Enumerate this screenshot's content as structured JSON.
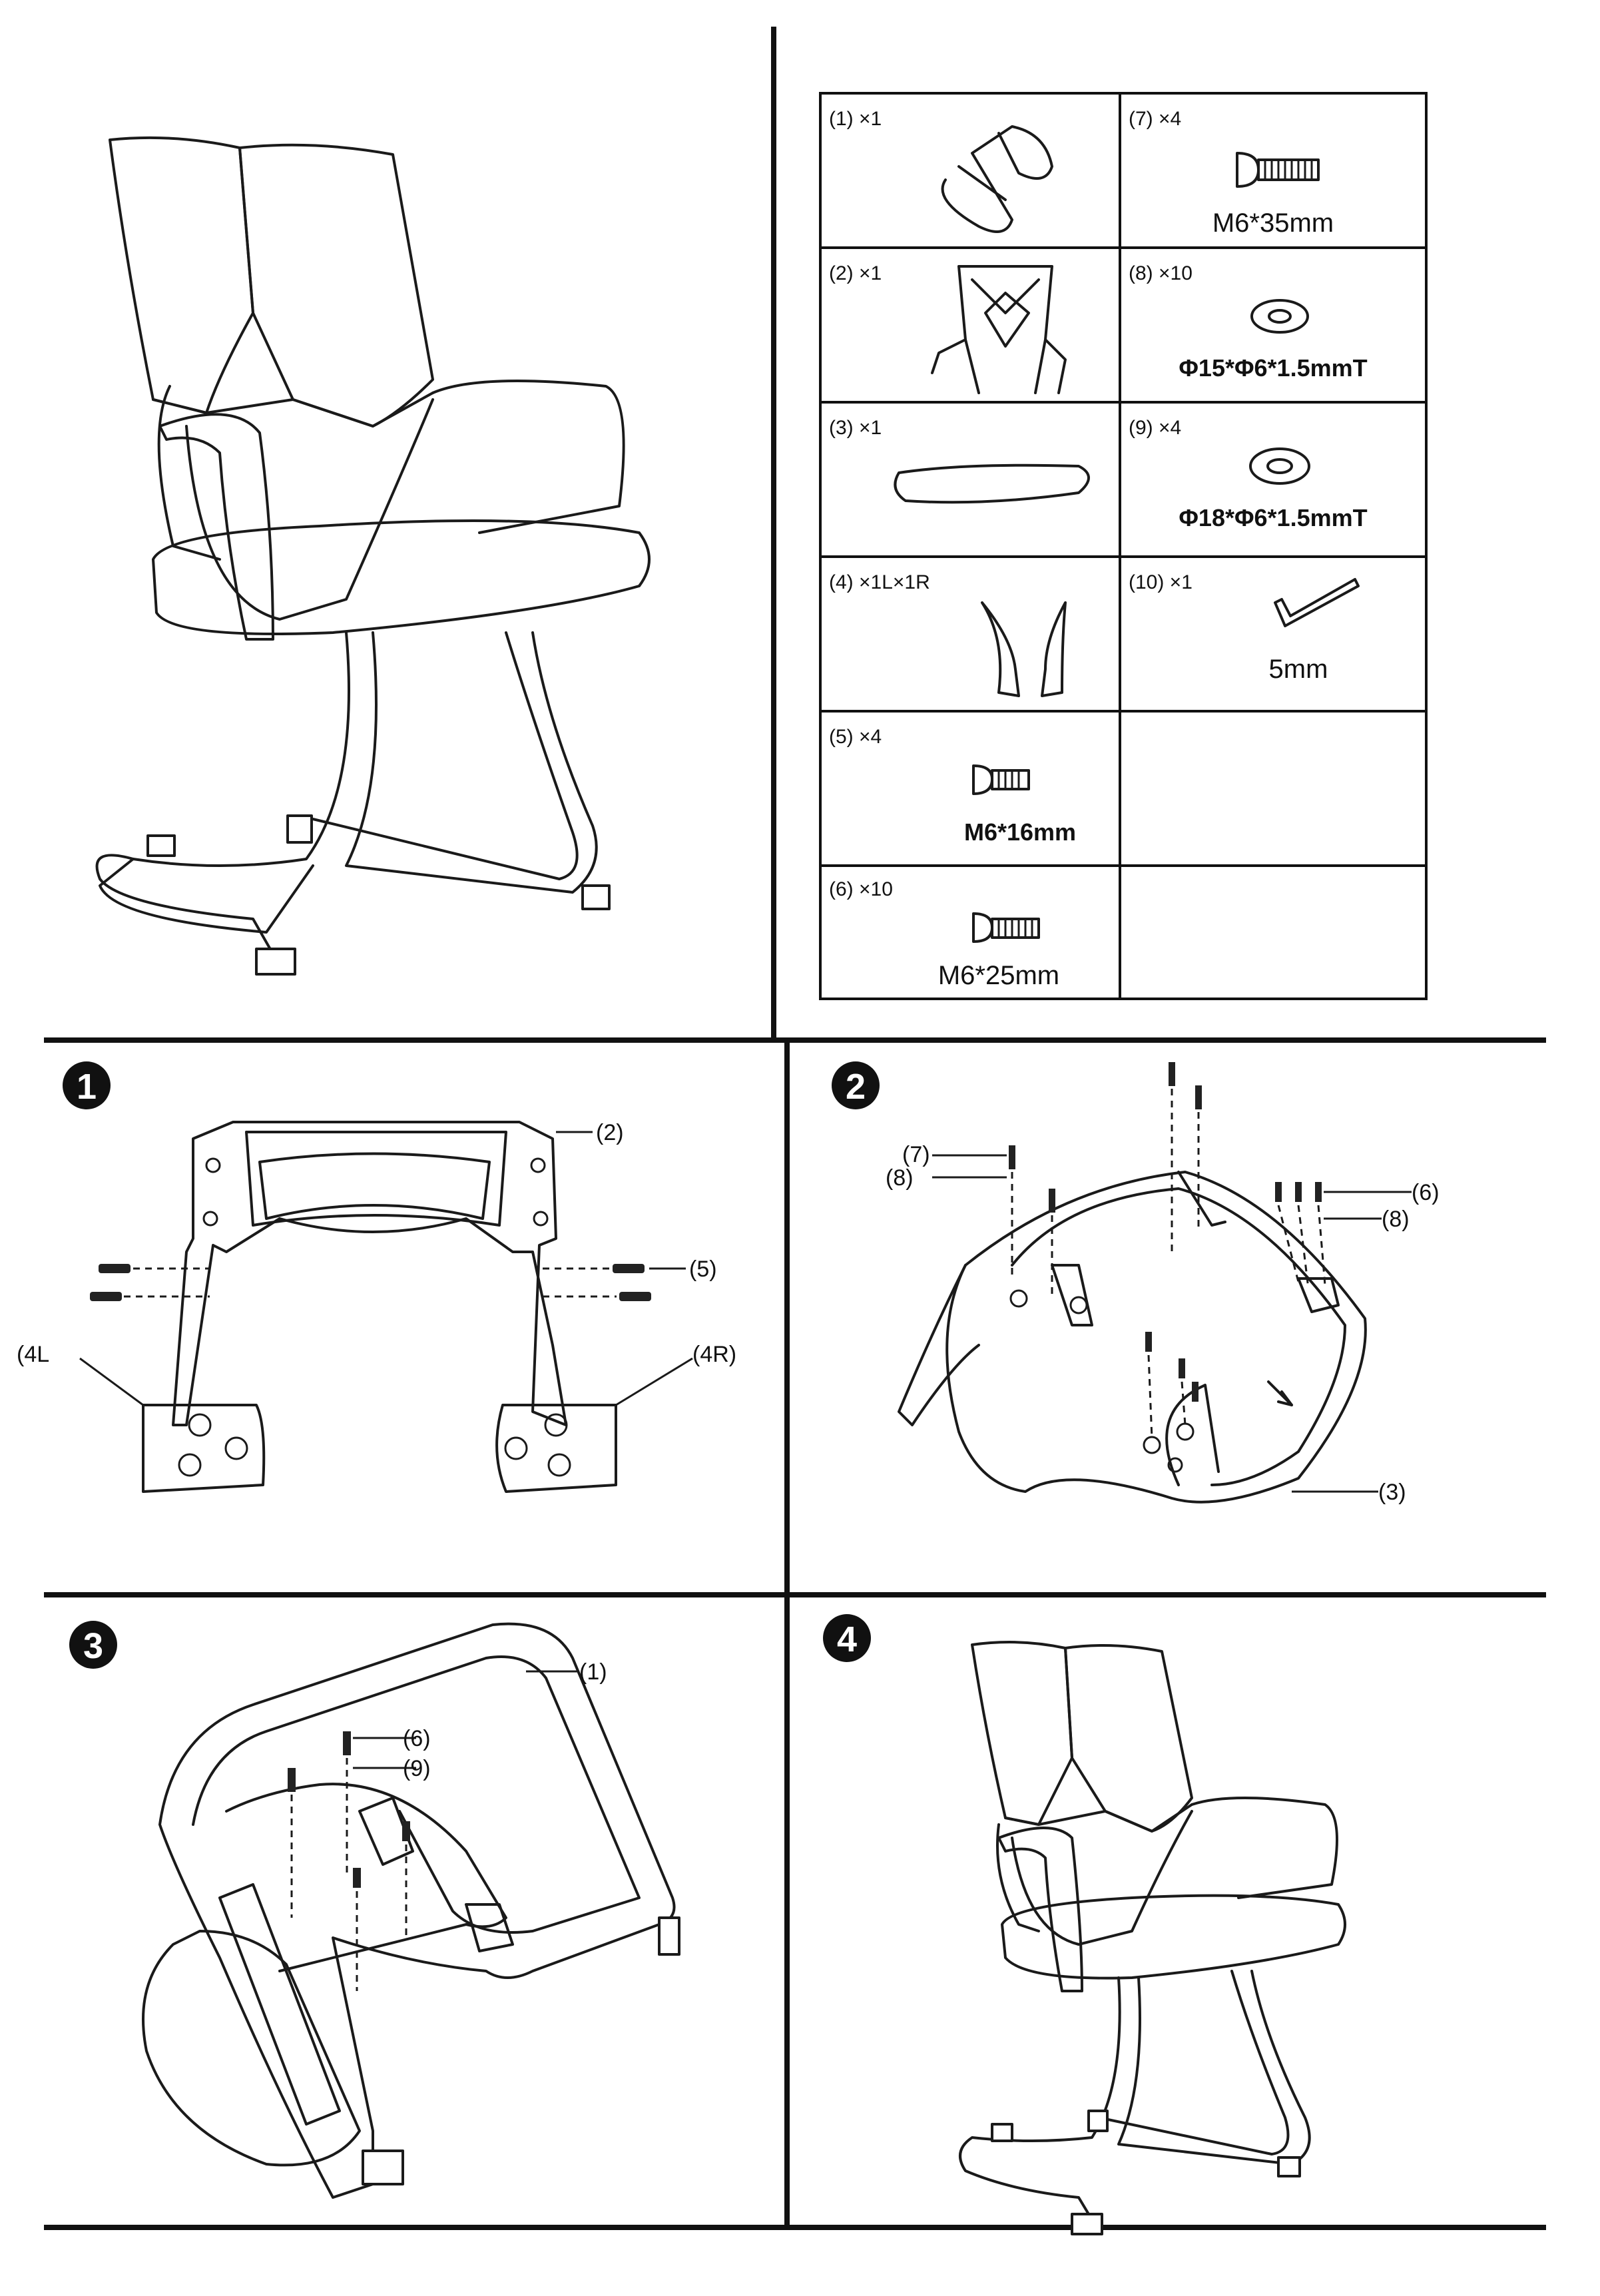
{
  "parts": [
    {
      "qty": "(1) ×1",
      "spec": ""
    },
    {
      "qty": "(2) ×1",
      "spec": ""
    },
    {
      "qty": "(3) ×1",
      "spec": ""
    },
    {
      "qty": "(4) ×1L×1R",
      "spec": ""
    },
    {
      "qty": "(5) ×4",
      "spec": "M6*16mm"
    },
    {
      "qty": "(6) ×10",
      "spec": "M6*25mm"
    },
    {
      "qty": "(7) ×4",
      "spec": "M6*35mm"
    },
    {
      "qty": "(8) ×10",
      "spec": "Φ15*Φ6*1.5mmT"
    },
    {
      "qty": "(9) ×4",
      "spec": "Φ18*Φ6*1.5mmT"
    },
    {
      "qty": "(10) ×1",
      "spec": "5mm"
    }
  ],
  "steps": {
    "s1": {
      "number": "1",
      "labels": [
        "(2)",
        "(5)",
        "(4L",
        "(4R)"
      ]
    },
    "s2": {
      "number": "2",
      "labels": [
        "(7)",
        "(8)",
        "(6)",
        "(8)",
        "(3)"
      ]
    },
    "s3": {
      "number": "3",
      "labels": [
        "(1)",
        "(6)",
        "(9)"
      ]
    },
    "s4": {
      "number": "4"
    }
  }
}
